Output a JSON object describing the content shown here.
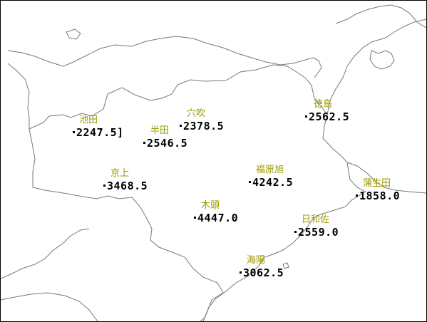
{
  "map": {
    "colors": {
      "coastline": "#777777",
      "border": "#000000",
      "name_text": "#999900",
      "value_text": "#000000",
      "background": "#ffffff"
    },
    "stations": [
      {
        "name": "徳島",
        "value": "2562.5"
      },
      {
        "name": "穴吹",
        "value": "2378.5"
      },
      {
        "name": "池田",
        "value": "2247.5]"
      },
      {
        "name": "半田",
        "value": "2546.5"
      },
      {
        "name": "京上",
        "value": "3468.5"
      },
      {
        "name": "福原旭",
        "value": "4242.5"
      },
      {
        "name": "蒲生田",
        "value": "1858.0"
      },
      {
        "name": "木頭",
        "value": "4447.0"
      },
      {
        "name": "日和佐",
        "value": "2559.0"
      },
      {
        "name": "海陽",
        "value": "3062.5"
      }
    ]
  }
}
